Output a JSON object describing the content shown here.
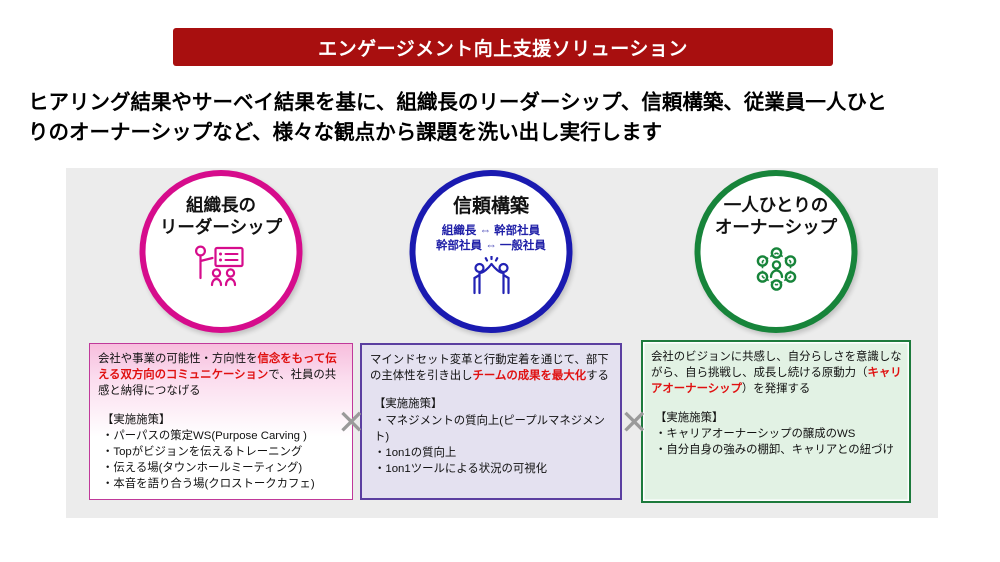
{
  "title_banner": {
    "text": "エンゲージメント向上支援ソリューション",
    "background_color": "#a80f0f",
    "text_color": "#ffffff"
  },
  "subtitle": {
    "line1": "ヒアリング結果やサーベイ結果を基に、組織長のリーダーシップ、信頼構築、従業員一人ひと",
    "line2": "りのオーナーシップなど、様々な観点から課題を洗い出し実行します"
  },
  "separators": {
    "first": "✕",
    "second": "✕",
    "color": "#9a9a9a"
  },
  "columns": [
    {
      "accent_color": "#d60c8c",
      "circle": {
        "title_line1": "組織長の",
        "title_line2": "リーダーシップ",
        "icon_name": "presenter-whiteboard-icon"
      },
      "textbox": {
        "summary_pre": "会社や事業の可能性・方向性を",
        "summary_highlight": "信念をもって伝える双方向のコミュニケーション",
        "summary_post": "で、社員の共感と納得につなげる",
        "measures_heading": "【実施施策】",
        "measures": [
          "・パーパスの策定WS(Purpose Carving )",
          "・Topがビジョンを伝えるトレーニング",
          "・伝える場(タウンホールミーティング)",
          "・本音を語り合う場(クロストークカフェ)"
        ]
      }
    },
    {
      "accent_color": "#1a1ab0",
      "circle": {
        "title_line1": "信頼構築",
        "sub_line1": "組織長 ⇔ 幹部社員",
        "sub_line2": "幹部社員 ⇔ 一般社員",
        "icon_name": "high-five-icon"
      },
      "textbox": {
        "summary_pre": "マインドセット変革と行動定着を通じて、部下の主体性を引き出し",
        "summary_highlight": "チームの成果を最大化",
        "summary_post": "する",
        "measures_heading": "【実施施策】",
        "measures": [
          "・マネジメントの質向上(ピープルマネジメント)",
          "・1on1の質向上",
          "・1on1ツールによる状況の可視化"
        ]
      }
    },
    {
      "accent_color": "#17843a",
      "circle": {
        "title_line1": "一人ひとりの",
        "title_line2": "オーナーシップ",
        "icon_name": "network-people-icon"
      },
      "textbox": {
        "summary_pre": "会社のビジョンに共感し、自分らしさを意識しながら、自ら挑戦し、成長し続ける原動力（",
        "summary_highlight": "キャリアオーナーシップ",
        "summary_post": "）を発揮する",
        "measures_heading": "【実施施策】",
        "measures": [
          "・キャリアオーナーシップの醸成のWS",
          "・自分自身の強みの棚卸、キャリアとの紐づけ"
        ]
      }
    }
  ]
}
